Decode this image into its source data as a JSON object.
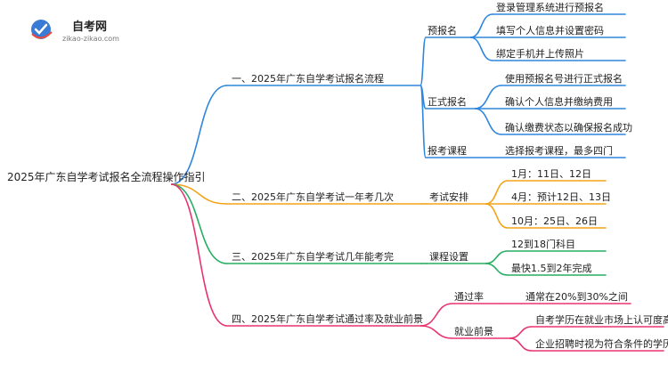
{
  "logo": {
    "title": "自考网",
    "subtitle": "zikao-zikao.com"
  },
  "mindmap": {
    "root": "2025年广东自学考试报名全流程操作指引",
    "branches": [
      {
        "label": "一、2025年广东自学考试报名流程",
        "color": "#2e86de",
        "children": [
          {
            "label": "预报名",
            "children": [
              "登录管理系统进行预报名",
              "填写个人信息并设置密码",
              "绑定手机并上传照片"
            ]
          },
          {
            "label": "正式报名",
            "children": [
              "使用预报名号进行正式报名",
              "确认个人信息并缴纳费用",
              "确认缴费状态以确保报名成功"
            ]
          },
          {
            "label": "报考课程",
            "children": [
              "选择报考课程，最多四门"
            ]
          }
        ]
      },
      {
        "label": "二、2025年广东自学考试一年考几次",
        "color": "#f2a316",
        "children": [
          {
            "label": "考试安排",
            "children": [
              "1月：11日、12日",
              "4月：预计12日、13日",
              "10月：25日、26日"
            ]
          }
        ]
      },
      {
        "label": "三、2025年广东自学考试几年能考完",
        "color": "#27ae60",
        "children": [
          {
            "label": "课程设置",
            "children": [
              "12到18门科目",
              "最快1.5到2年完成"
            ]
          }
        ]
      },
      {
        "label": "四、2025年广东自学考试通过率及就业前景",
        "color": "#e8336d",
        "children": [
          {
            "label": "通过率",
            "children": [
              "通常在20%到30%之间"
            ]
          },
          {
            "label": "就业前景",
            "children": [
              "自考学历在就业市场上认可度高",
              "企业招聘时视为符合条件的学历"
            ]
          }
        ]
      }
    ]
  }
}
